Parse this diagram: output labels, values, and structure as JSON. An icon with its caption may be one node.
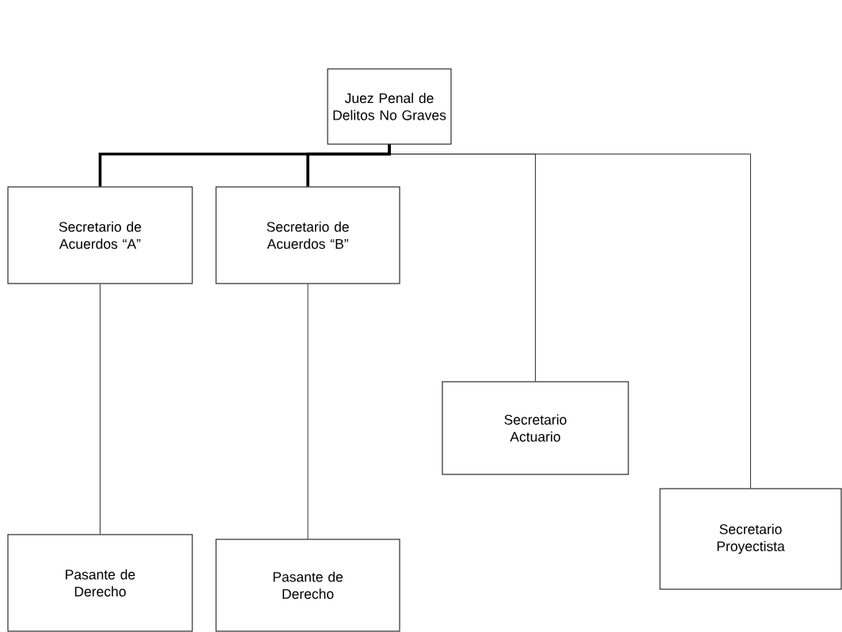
{
  "diagram": {
    "nodes": [
      {
        "text": [
          "Juez Penal de Delitos No Graves"
        ]
      },
      {
        "text": [
          "Secretario de Acuerdos “A”"
        ]
      },
      {
        "text": [
          "Secretario de Acuerdos “B”"
        ]
      },
      {
        "text": [
          "Secretario Actuario"
        ]
      },
      {
        "text": [
          "Secretario Proyectista"
        ]
      },
      {
        "text": [
          "Pasante de Derecho"
        ]
      },
      {
        "text": [
          "Pasante de Derecho"
        ]
      }
    ],
    "edges": [
      {
        "from": 0,
        "to": 1,
        "arrow": "none",
        "style": "thick"
      },
      {
        "from": 0,
        "to": 2,
        "arrow": "none",
        "style": "thick"
      },
      {
        "from": 0,
        "to": 3,
        "arrow": "none"
      },
      {
        "from": 0,
        "to": 4,
        "arrow": "none"
      },
      {
        "from": 1,
        "to": 5,
        "arrow": "none"
      },
      {
        "from": 2,
        "to": 6,
        "arrow": "none"
      }
    ]
  }
}
